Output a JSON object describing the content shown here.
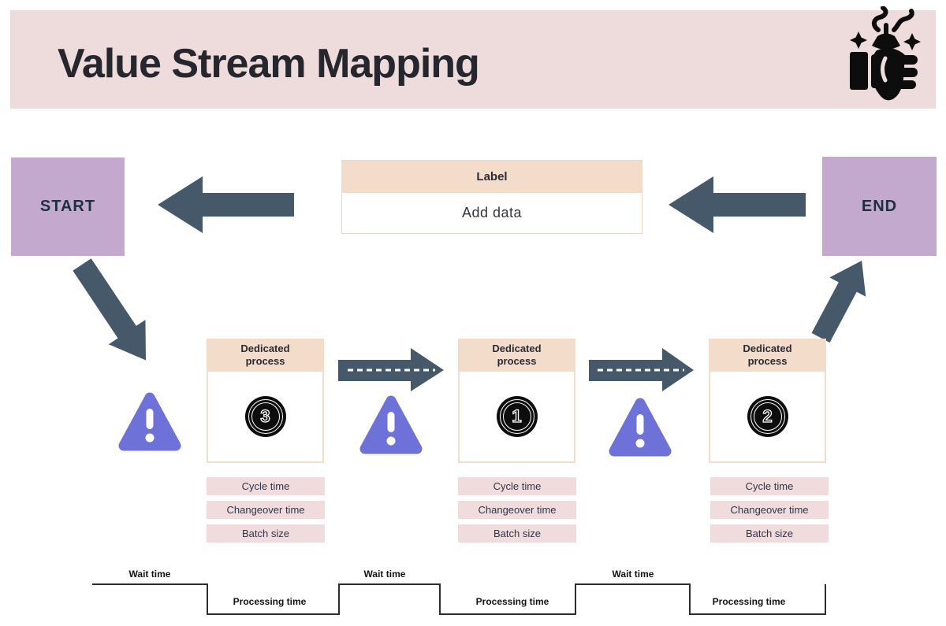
{
  "header": {
    "title": "Value Stream Mapping",
    "icon": "hand-tool-icon"
  },
  "flow": {
    "start_label": "START",
    "end_label": "END"
  },
  "label_box": {
    "header": "Label",
    "body": "Add data"
  },
  "processes": [
    {
      "header": "Dedicated process",
      "badge": "3",
      "metrics": [
        "Cycle time",
        "Changeover time",
        "Batch size"
      ]
    },
    {
      "header": "Dedicated process",
      "badge": "1",
      "metrics": [
        "Cycle time",
        "Changeover time",
        "Batch size"
      ]
    },
    {
      "header": "Dedicated process",
      "badge": "2",
      "metrics": [
        "Cycle time",
        "Changeover time",
        "Batch size"
      ]
    }
  ],
  "timeline": {
    "wait_label": "Wait time",
    "processing_label": "Processing time"
  },
  "colors": {
    "header_bg": "#eedbdb",
    "node_bg": "#c3a9cd",
    "panel_header_bg": "#f3dcc9",
    "metric_bg": "#f0dcdc",
    "arrow": "#45596b",
    "warning_triangle": "#6e72d8",
    "ink": "#26262e",
    "node_text": "#1d3040"
  }
}
